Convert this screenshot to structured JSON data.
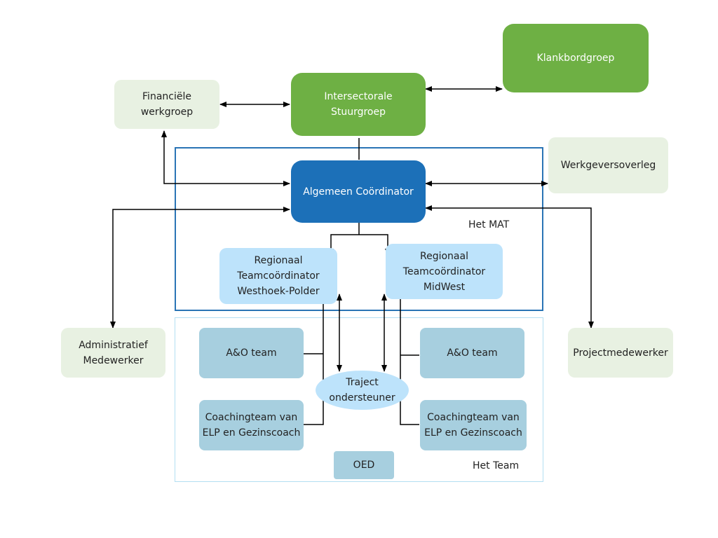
{
  "groups": {
    "mat": {
      "label": "Het MAT"
    },
    "team": {
      "label": "Het Team"
    }
  },
  "nodes": {
    "klankbordgroep": "Klankbordgroep",
    "financiele_werkgroep": "Financiële\nwerkgroep",
    "stuurgroep": "Intersectorale\nStuurgroep",
    "werkgeversoverleg": "Werkgeversoverleg",
    "algemeen_coordinator": "Algemeen Coördinator",
    "regio_westhoek": "Regionaal\nTeamcoördinator\nWesthoek-Polder",
    "regio_midwest": "Regionaal\nTeamcoördinator\nMidWest",
    "administratief_medewerker": "Administratief\nMedewerker",
    "projectmedewerker": "Projectmedewerker",
    "ao_team_left": "A&O team",
    "ao_team_right": "A&O team",
    "traject_ondersteuner": "Traject\nondersteuner",
    "coaching_left": "Coachingteam van\nELP en Gezinscoach",
    "coaching_right": "Coachingteam van\nELP en Gezinscoach",
    "oed": "OED"
  },
  "colors": {
    "pale_green": "#e8f1e2",
    "green": "#6eb044",
    "dark_blue": "#1c70b8",
    "light_blue": "#bde3fb",
    "steel_blue": "#a7cfdf",
    "mat_border": "#2a74b5",
    "team_border": "#b3dff2"
  }
}
